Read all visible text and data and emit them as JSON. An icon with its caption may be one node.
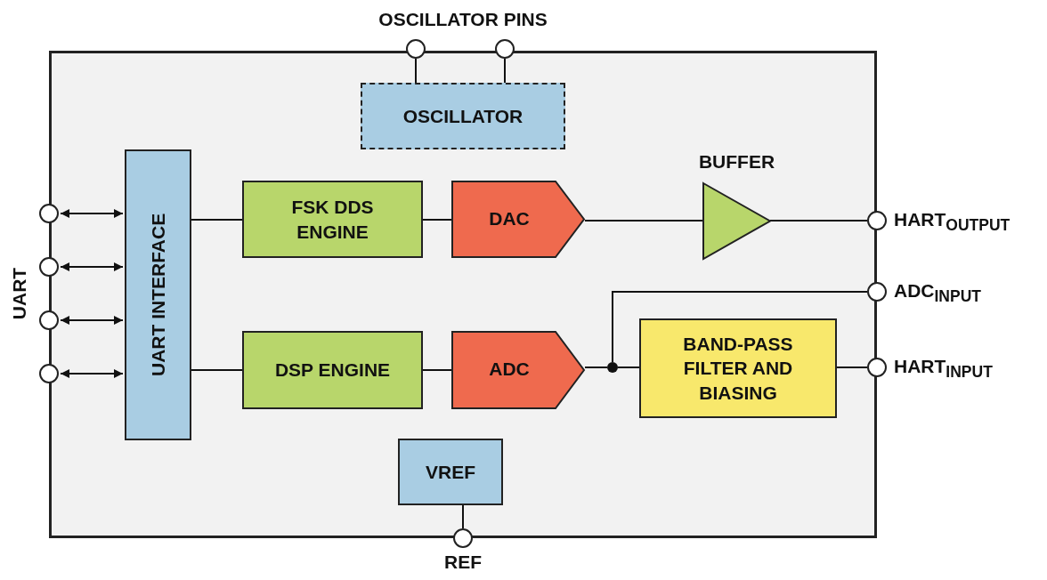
{
  "diagram": {
    "nodes": [
      {
        "text": [],
        "shape": "box"
      },
      {
        "text": [],
        "shape": "circle"
      },
      {
        "text": [],
        "shape": "circle"
      },
      {
        "text": [
          "OSCILLATOR"
        ],
        "in": 0
      },
      {
        "text": [
          "UART INTERFACE"
        ],
        "in": 0
      },
      {
        "text": [
          "FSK DDS ENGINE"
        ],
        "in": 0
      },
      {
        "text": [
          "DAC"
        ],
        "in": 0
      },
      {
        "text": [
          "BUFFER"
        ],
        "in": 0
      },
      {
        "text": [
          "DSP ENGINE"
        ],
        "in": 0
      },
      {
        "text": [
          "ADC"
        ],
        "in": 0
      },
      {
        "text": [],
        "shape": "circle",
        "in": 0
      },
      {
        "text": [
          "BAND-PASS FILTER AND BIASING"
        ],
        "in": 0
      },
      {
        "text": [
          "VREF"
        ],
        "in": 0
      },
      {
        "text": [],
        "shape": "circle"
      },
      {
        "text": [],
        "shape": "circle"
      },
      {
        "text": [],
        "shape": "circle"
      },
      {
        "text": [],
        "shape": "circle"
      },
      {
        "text": [],
        "shape": "circle",
        "beside": [
          "HART$_{OUTPUT}$"
        ]
      },
      {
        "text": [],
        "shape": "circle",
        "beside": [
          "ADC$_{INPUT}$"
        ]
      },
      {
        "text": [],
        "shape": "circle",
        "beside": [
          "HART$_{INPUT}$"
        ]
      },
      {
        "text": [],
        "shape": "circle",
        "beside": [
          "REF"
        ]
      }
    ],
    "edges": [
      {
        "from": 1,
        "to": 3,
        "arrow": "none"
      },
      {
        "from": 2,
        "to": 3,
        "arrow": "none"
      },
      {
        "from": 13,
        "to": 4,
        "arrow": "both"
      },
      {
        "from": 14,
        "to": 4,
        "arrow": "both"
      },
      {
        "from": 15,
        "to": 4,
        "arrow": "both"
      },
      {
        "from": 16,
        "to": 4,
        "arrow": "both"
      },
      {
        "from": 4,
        "to": 5,
        "arrow": "none"
      },
      {
        "from": 5,
        "to": 6,
        "arrow": "none"
      },
      {
        "from": 6,
        "to": 7,
        "arrow": "none"
      },
      {
        "from": 7,
        "to": 17,
        "arrow": "none"
      },
      {
        "from": 4,
        "to": 8,
        "arrow": "none"
      },
      {
        "from": 8,
        "to": 9,
        "arrow": "none"
      },
      {
        "from": 9,
        "to": 10,
        "arrow": "none"
      },
      {
        "from": 10,
        "to": 18,
        "arrow": "none"
      },
      {
        "from": 10,
        "to": 11,
        "arrow": "none"
      },
      {
        "from": 11,
        "to": 19,
        "arrow": "none"
      },
      {
        "from": 12,
        "to": 20,
        "arrow": "none"
      }
    ],
    "labels": [
      "OSCILLATOR PINS",
      "UART"
    ]
  }
}
